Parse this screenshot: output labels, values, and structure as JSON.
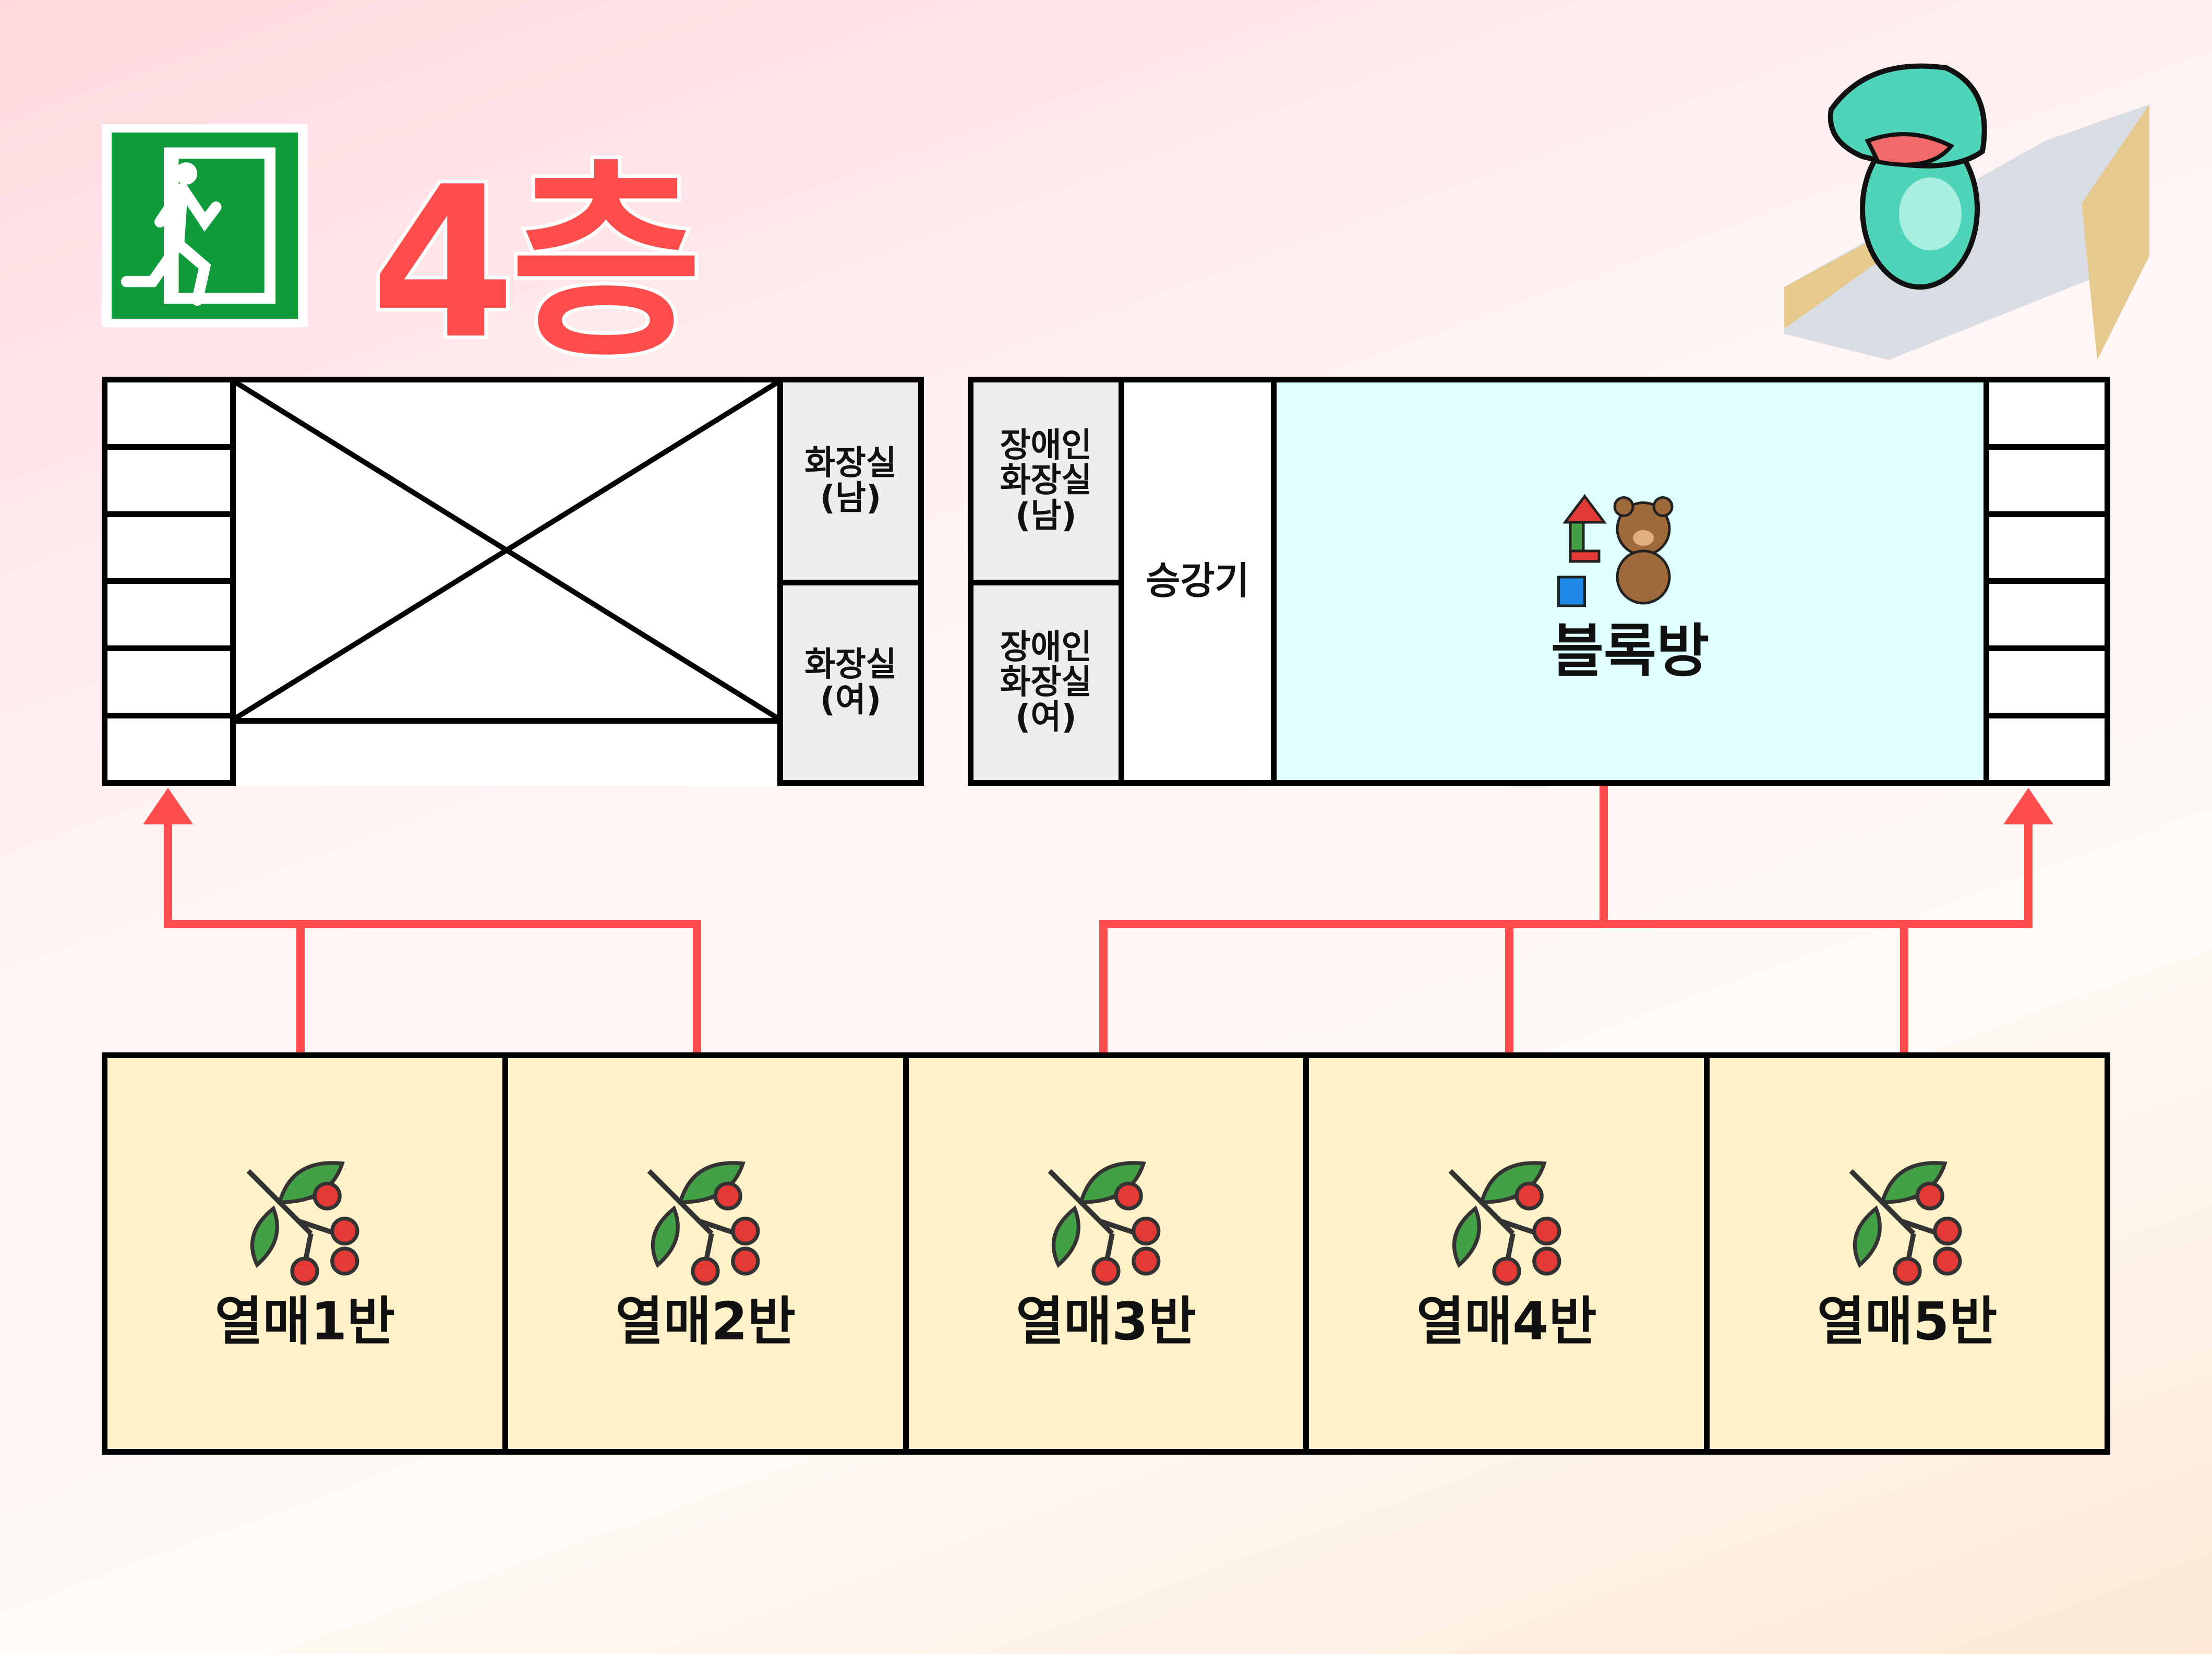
{
  "title": "4층",
  "rooms": {
    "restroom_m": "화장실\n(남)",
    "restroom_f": "화장실\n(여)",
    "accessible_m": "장애인\n화장실\n(남)",
    "accessible_f": "장애인\n화장실\n(여)",
    "elevator": "승강기",
    "block_room": "블록방"
  },
  "classes": [
    "열매1반",
    "열매2반",
    "열매3반",
    "열매4반",
    "열매5반"
  ],
  "colors": {
    "arrow": "#ff4d4d",
    "block_room": "#e0ffff",
    "classroom": "#fff1c8",
    "restroom": "#eeeeee",
    "exit_green": "#119c3c"
  }
}
